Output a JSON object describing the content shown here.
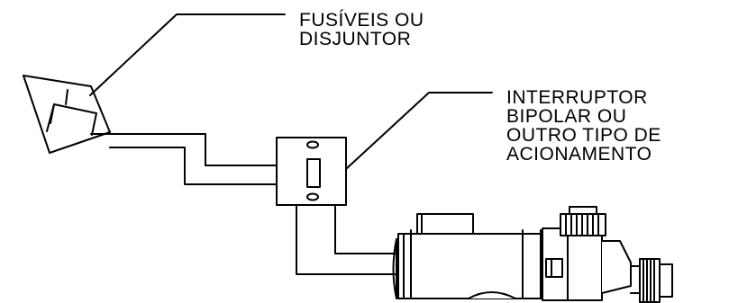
{
  "labels": {
    "fuse": [
      "FUSÍVEIS OU",
      "DISJUNTOR"
    ],
    "switch": [
      "INTERRUPTOR",
      "BIPOLAR OU",
      "OUTRO TIPO DE",
      "ACIONAMENTO"
    ]
  },
  "colors": {
    "stroke": "#000000",
    "background": "#ffffff"
  }
}
